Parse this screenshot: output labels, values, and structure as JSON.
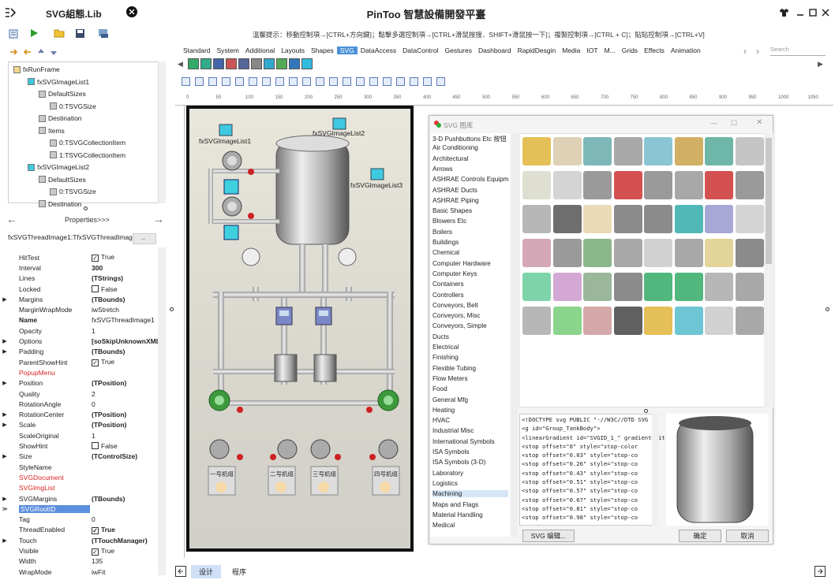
{
  "app": {
    "lib_title": "SVG組態.Lib",
    "main_title": "PinToo 智慧設備開發平臺"
  },
  "hint": "溫馨提示：移動控制項→[CTRL+方向鍵]；點擊多選控制項→[CTRL+滑鼠按搜．SHIFT+滑鼠按一下]；複製控制項→[CTRL + C]；貼貼控制項→[CTRL+V]",
  "tabs": [
    "Standard",
    "System",
    "Additional",
    "Layouts",
    "Shapes",
    "SVG",
    "DataAccess",
    "DataControl",
    "Gestures",
    "Dashboard",
    "RapidDesgin",
    "Media",
    "IOT",
    "M...",
    "Grids",
    "Effects",
    "Animation"
  ],
  "search_label": "Search",
  "tree": {
    "items": [
      "fxRunFrame",
      "fxSVGImageList1",
      "DefaultSizes",
      "0:TSVGSize",
      "Destination",
      "Items",
      "0:TSVGCollectionItem",
      "1:TSVGCollectionItem",
      "fxSVGImageList2",
      "DefaultSizes",
      "0:TSVGSize",
      "Destination"
    ]
  },
  "props": {
    "header": "Properties>>>",
    "component": "fxSVGThreadImage1:TfxSVGThreadImage",
    "component_btn": "..",
    "rows": [
      {
        "name": "HitTest",
        "val": "True"
      },
      {
        "name": "Interval",
        "val": "300"
      },
      {
        "name": "Lines",
        "val": "(TStrings)"
      },
      {
        "name": "Locked",
        "val": "False"
      },
      {
        "name": "Margins",
        "val": "(TBounds)"
      },
      {
        "name": "MarginWrapMode",
        "val": "iwStretch"
      },
      {
        "name": "Name",
        "val": "fxSVGThreadImage1"
      },
      {
        "name": "Opacity",
        "val": "1"
      },
      {
        "name": "Options",
        "val": "[soSkipUnknownXML"
      },
      {
        "name": "Padding",
        "val": "(TBounds)"
      },
      {
        "name": "ParentShowHint",
        "val": "True"
      },
      {
        "name": "PopupMenu",
        "val": ""
      },
      {
        "name": "Position",
        "val": "(TPosition)"
      },
      {
        "name": "Quality",
        "val": "2"
      },
      {
        "name": "RotationAngle",
        "val": "0"
      },
      {
        "name": "RotationCenter",
        "val": "(TPosition)"
      },
      {
        "name": "Scale",
        "val": "(TPosition)"
      },
      {
        "name": "ScaleOriginal",
        "val": "1"
      },
      {
        "name": "ShowHint",
        "val": "False"
      },
      {
        "name": "Size",
        "val": "(TControlSize)"
      },
      {
        "name": "StyleName",
        "val": ""
      },
      {
        "name": "SVGDocument",
        "val": ""
      },
      {
        "name": "SVGImgList",
        "val": ""
      },
      {
        "name": "SVGMargins",
        "val": "(TBounds)"
      },
      {
        "name": "SVGRootID",
        "val": ""
      },
      {
        "name": "Tag",
        "val": "0"
      },
      {
        "name": "ThreadEnabled",
        "val": "True"
      },
      {
        "name": "Touch",
        "val": "(TTouchManager)"
      },
      {
        "name": "Visible",
        "val": "True"
      },
      {
        "name": "Width",
        "val": "135"
      },
      {
        "name": "WrapMode",
        "val": "iwFit"
      }
    ]
  },
  "ruler_marks": [
    "0",
    "50",
    "100",
    "150",
    "200",
    "250",
    "300",
    "350",
    "400",
    "450",
    "500",
    "550",
    "600",
    "650",
    "700",
    "750",
    "800",
    "850",
    "900",
    "950",
    "1000",
    "1050"
  ],
  "design": {
    "labels": [
      "fxSVGImageList1",
      "fxSVGImageList2",
      "fxSVGImageList3"
    ],
    "units": [
      "一号机组",
      "二号机组",
      "三号机组",
      "四号机组"
    ]
  },
  "dialog": {
    "title": "SVG 图库",
    "categories": [
      "3-D Pushbuttons Etc 按钮",
      "Air Conditioning",
      "Architectural",
      "Arrows",
      "ASHRAE Controls  Equipm",
      "ASHRAE Ducts",
      "ASHRAE Piping",
      "Basic Shapes",
      "Blowers Etc",
      "Boilers",
      "Buildings",
      "Chemical",
      "Computer Hardware",
      "Computer Keys",
      "Containers",
      "Controllers",
      "Conveyors, Belt",
      "Conveyors, Misc",
      "Conveyors, Simple",
      "Ducts",
      "Electrical",
      "Finishing",
      "Flexible Tubing",
      "Flow Meters",
      "Food",
      "General Mfg",
      "Heating",
      "HVAC",
      "Industrial Misc",
      "International Symbols",
      "ISA Symbols",
      "ISA Symbols (3-D)",
      "Laboratory",
      "Logistics",
      "Machining",
      "Maps and Flags",
      "Material Handling",
      "Medical"
    ],
    "selected": "Machining",
    "code": [
      "<!DOCTYPE svg PUBLIC \"-//W3C//DTD SVG",
      "<g id=\"Group_TankBody\">",
      "<linearGradient id=\"SVGID_1_\" gradientUnit",
      "        <stop offset=\"0\" style=\"stop-color",
      "        <stop offset=\"0.03\" style=\"stop-co",
      "        <stop offset=\"0.26\" style=\"stop-co",
      "        <stop offset=\"0.43\" style=\"stop-co",
      "        <stop offset=\"0.51\" style=\"stop-co",
      "        <stop offset=\"0.57\" style=\"stop-co",
      "        <stop offset=\"0.67\" style=\"stop-co",
      "        <stop offset=\"0.81\" style=\"stop-co",
      "        <stop offset=\"0.98\" style=\"stop-co"
    ],
    "edit_btn": "SVG 编辑...",
    "ok_btn": "确定",
    "cancel_btn": "取消"
  },
  "bottom": {
    "design_tab": "设计",
    "code_tab": "程序"
  },
  "colors": {
    "accent": "#4a90d9",
    "prop_selected": "#5d8fdf",
    "red_prop": "#d22222"
  }
}
